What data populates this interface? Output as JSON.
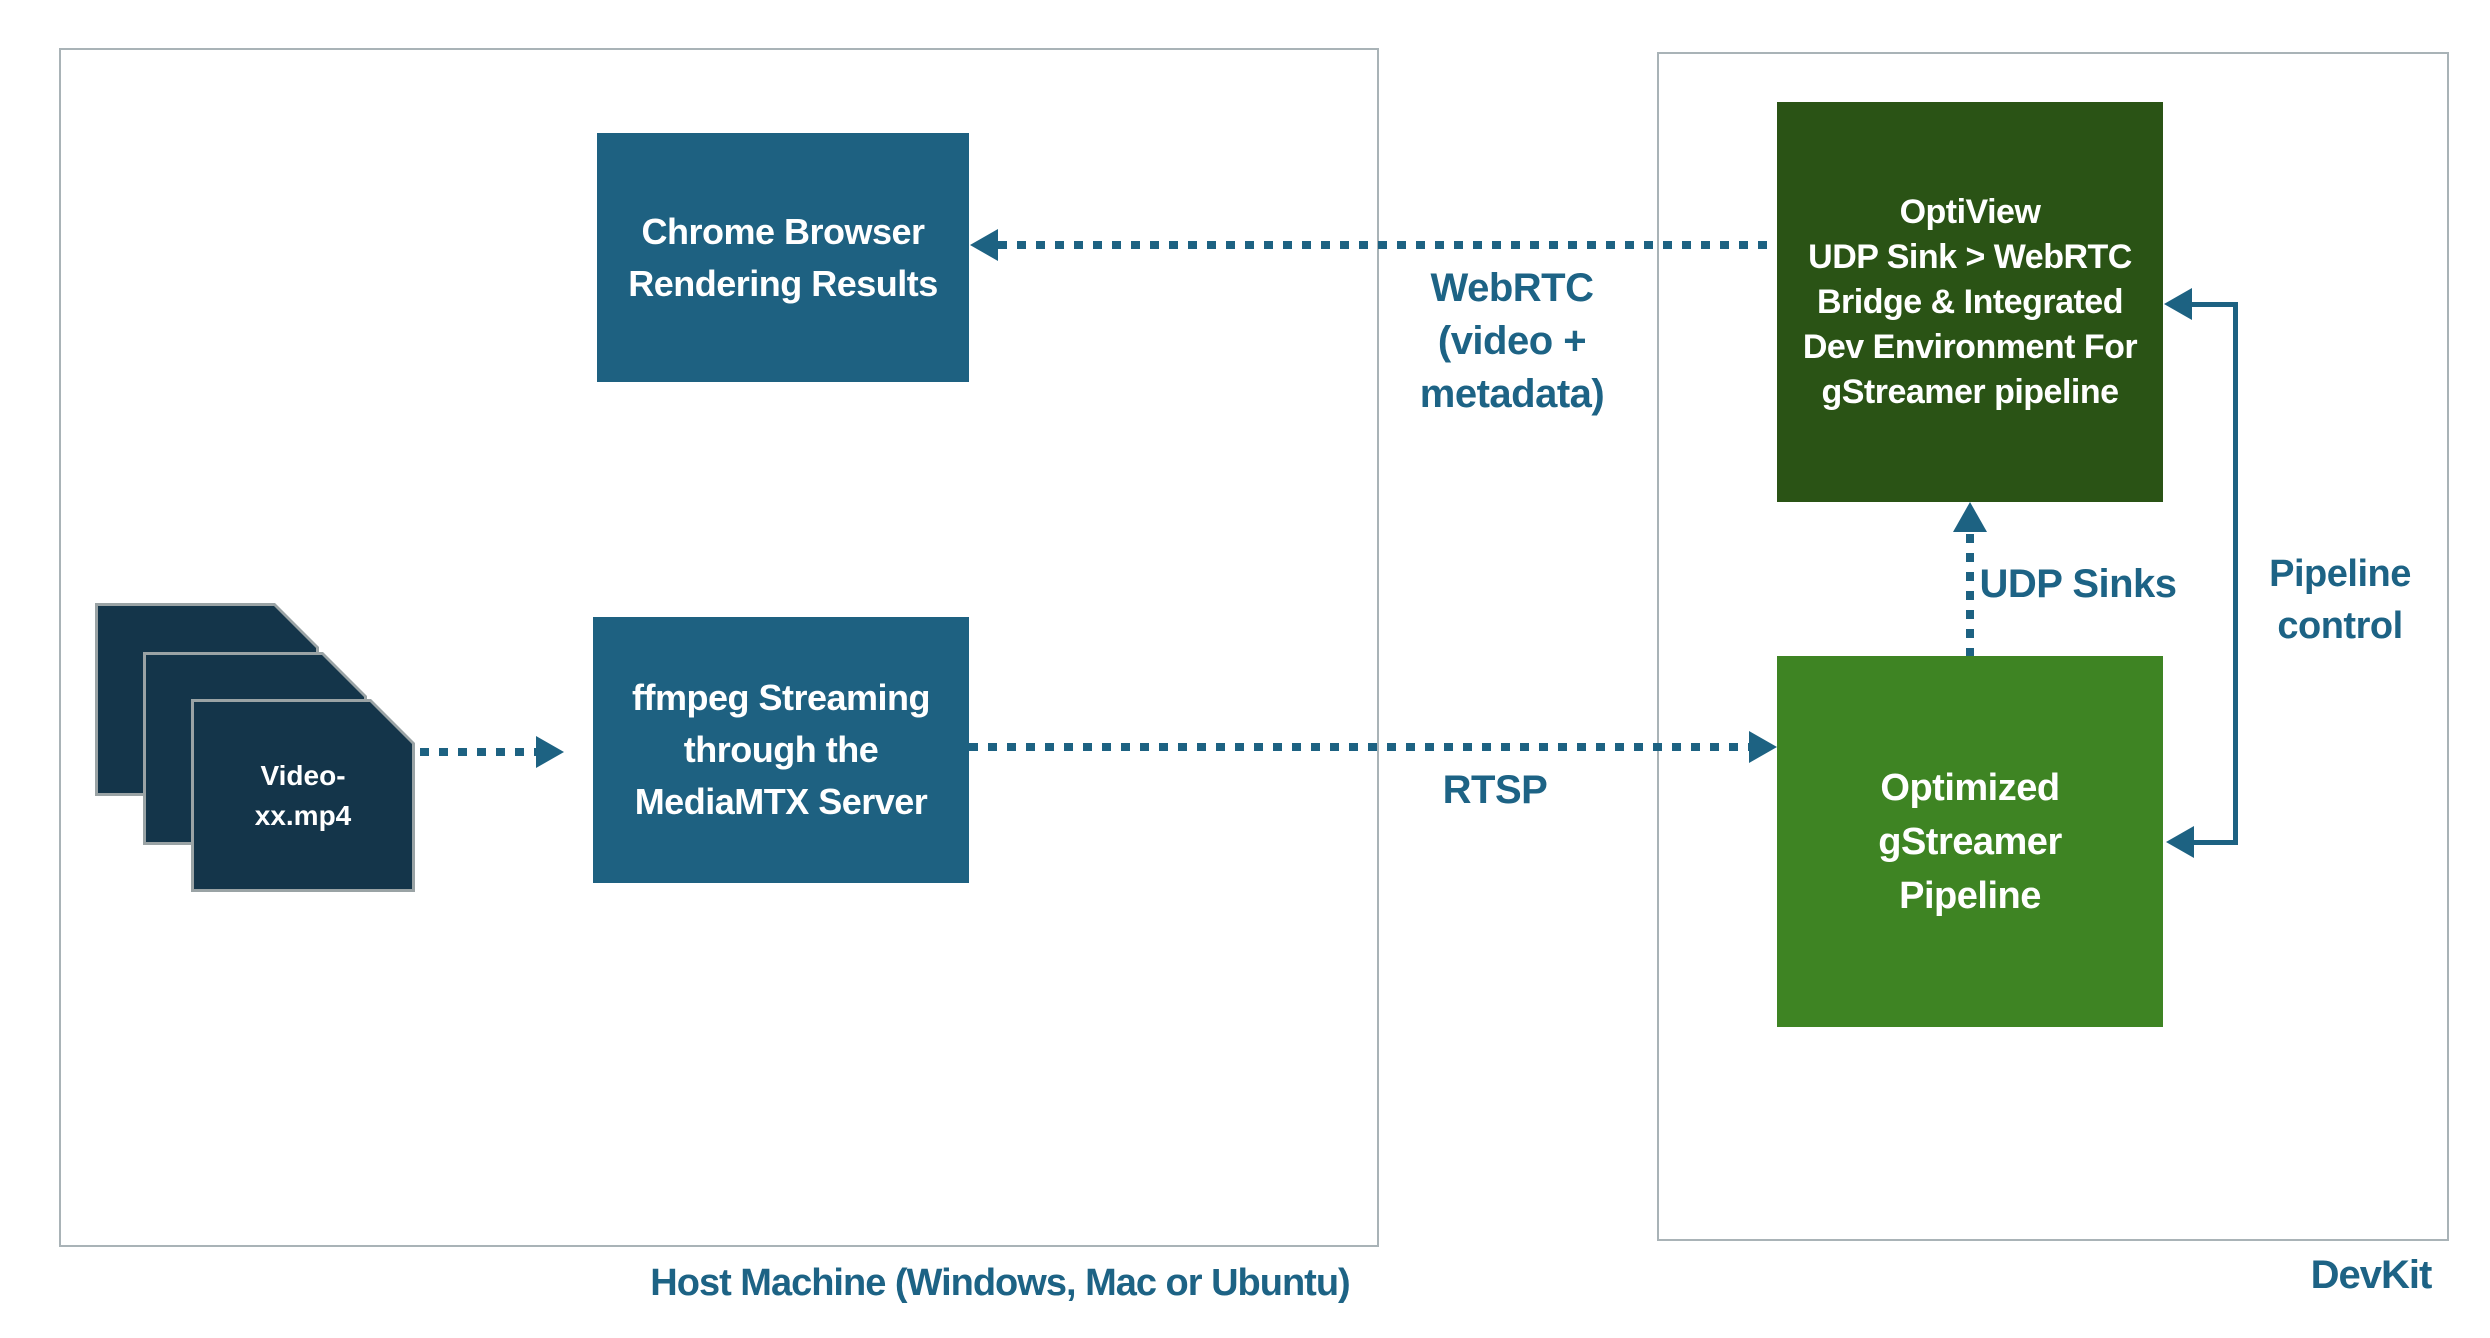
{
  "colors": {
    "teal_box": "#1e6181",
    "dark_green_box": "#2a5315",
    "light_green_box": "#3e8423",
    "line_blue": "#1d6282",
    "label_blue": "#1d6385",
    "file_navy": "#14354a",
    "file_border_grey": "#9aa3a5",
    "container_border_grey": "#a9b3b7"
  },
  "containers": {
    "host": {
      "label": "Host Machine (Windows, Mac or Ubuntu)"
    },
    "devkit": {
      "label": "DevKit"
    }
  },
  "nodes": {
    "chrome": {
      "lines": [
        "Chrome Browser",
        "Rendering Results"
      ]
    },
    "ffmpeg": {
      "lines": [
        "ffmpeg Streaming",
        "through the",
        "MediaMTX Server"
      ]
    },
    "optiview": {
      "lines": [
        "OptiView",
        "UDP Sink > WebRTC",
        "Bridge & Integrated",
        "Dev Environment For",
        "gStreamer pipeline"
      ]
    },
    "pipeline": {
      "lines": [
        "Optimized",
        "gStreamer",
        "Pipeline"
      ]
    },
    "video_stack": {
      "lines": [
        "Video-",
        "xx.mp4"
      ]
    }
  },
  "edges": {
    "webrtc": {
      "lines": [
        "WebRTC",
        "(video +",
        "metadata)"
      ]
    },
    "rtsp": {
      "label": "RTSP"
    },
    "udp_sinks": {
      "label": "UDP Sinks"
    },
    "pipeline_control": {
      "lines": [
        "Pipeline",
        "control"
      ]
    }
  }
}
